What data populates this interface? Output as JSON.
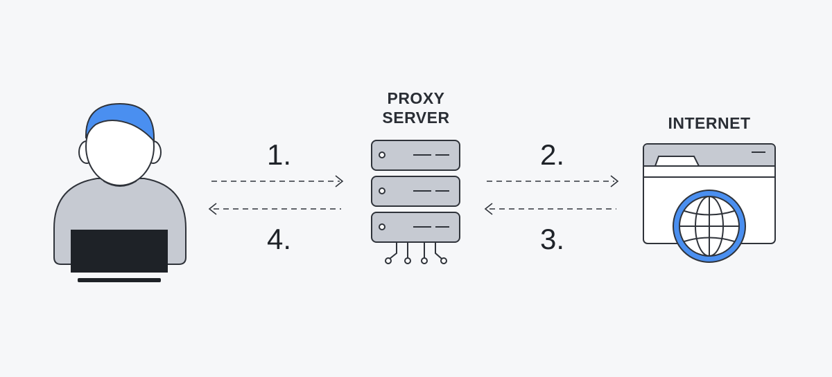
{
  "labels": {
    "proxy_line1": "PROXY",
    "proxy_line2": "SERVER",
    "internet": "INTERNET"
  },
  "steps": [
    "1.",
    "2.",
    "3.",
    "4."
  ],
  "colors": {
    "background": "#f6f7f9",
    "accent_blue": "#4a8ff0",
    "body_gray": "#c6cad2",
    "outline": "#2f333a",
    "laptop": "#1e2227"
  },
  "icons": {
    "user": "user-with-laptop-icon",
    "proxy": "server-rack-icon",
    "internet": "browser-globe-icon"
  }
}
